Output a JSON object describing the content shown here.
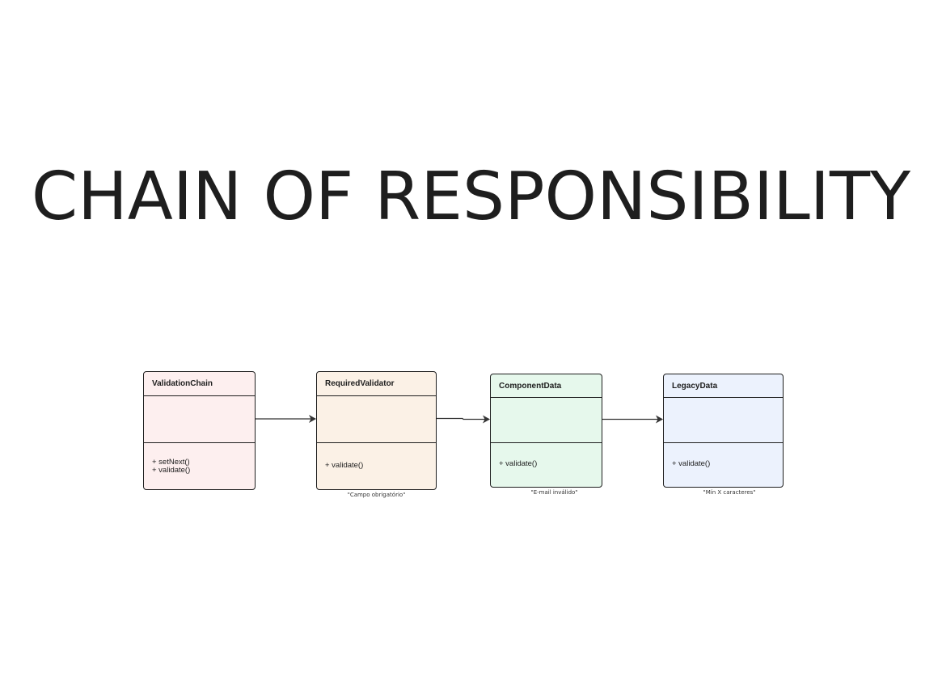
{
  "title": "CHAIN OF RESPONSIBILITY",
  "classes": [
    {
      "name": "ValidationChain",
      "methods": [
        "+ setNext()",
        "+ validate()"
      ],
      "fill": "#fdefef",
      "note": ""
    },
    {
      "name": "RequiredValidator",
      "methods": [
        "+ validate()"
      ],
      "fill": "#fbf1e6",
      "note": "\"Campo obrigatório\""
    },
    {
      "name": "ComponentData",
      "methods": [
        "+ validate()"
      ],
      "fill": "#e6f8ec",
      "note": "\"E-mail inválido\""
    },
    {
      "name": "LegacyData",
      "methods": [
        "+ validate()"
      ],
      "fill": "#ecf2fd",
      "note": "\"Mín X caracteres\""
    }
  ],
  "colors": {
    "stroke": "#1e1e1e",
    "text": "#1e1e1e"
  }
}
